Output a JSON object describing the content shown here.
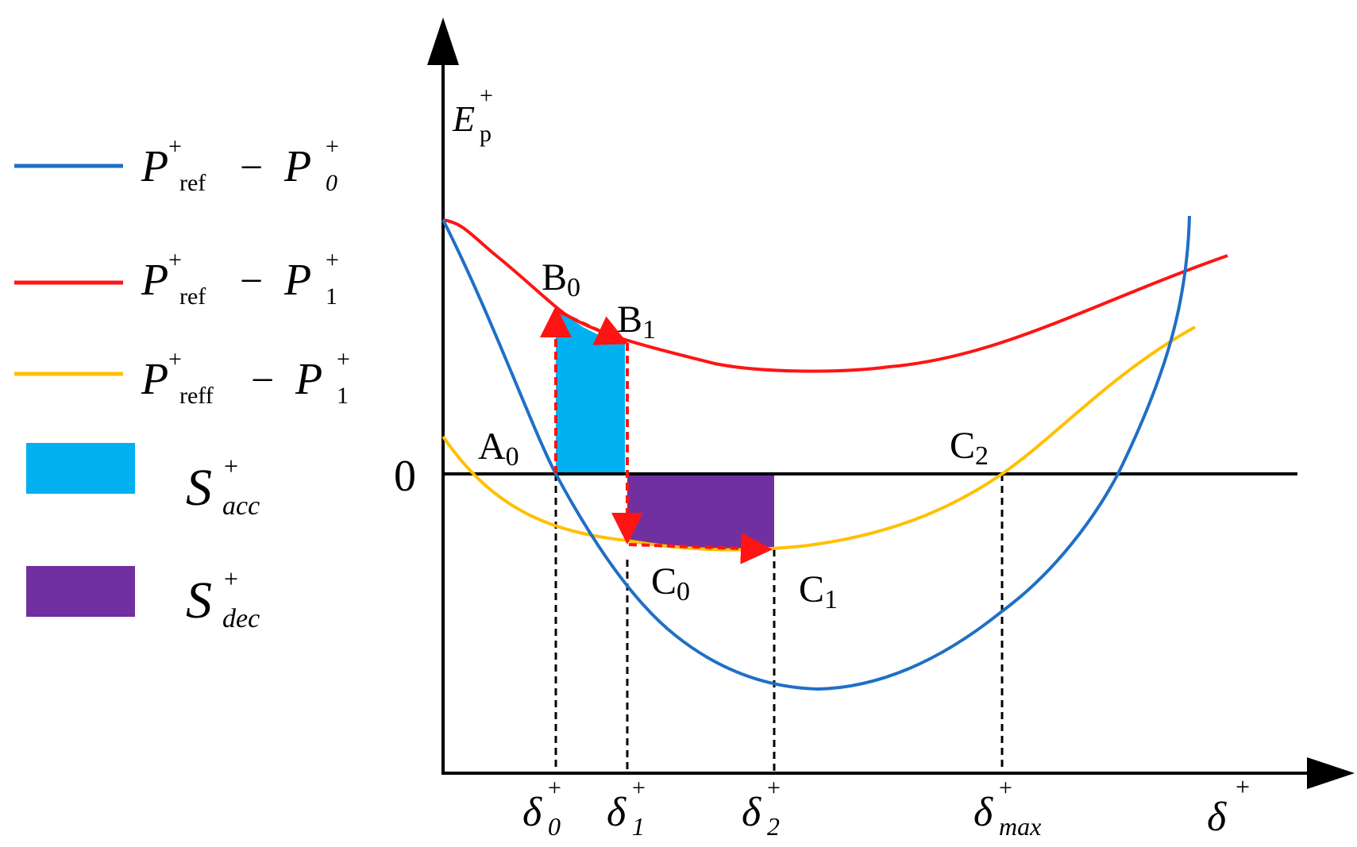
{
  "colors": {
    "blue": "#1f6fc5",
    "red": "#ff1414",
    "yellow": "#ffc000",
    "acc": "#00b0f0",
    "dec": "#7030a0",
    "axis": "#000000"
  },
  "axes": {
    "y_main": "E",
    "y_sub": "p",
    "y_sup": "+",
    "x_main": "δ",
    "x_sup": "+",
    "zero": "0"
  },
  "legend": {
    "blue": {
      "a": "P",
      "a_sub": "ref",
      "op": "−",
      "b": "P",
      "b_sub": "0",
      "sup": "+"
    },
    "red": {
      "a": "P",
      "a_sub": "ref",
      "op": "−",
      "b": "P",
      "b_sub": "1",
      "sup": "+"
    },
    "yellow": {
      "a": "P",
      "a_sub": "reff",
      "op": "−",
      "b": "P",
      "b_sub": "1",
      "sup": "+"
    },
    "acc": {
      "main": "S",
      "sub": "acc",
      "sup": "+"
    },
    "dec": {
      "main": "S",
      "sub": "dec",
      "sup": "+"
    }
  },
  "points": {
    "A0": {
      "main": "A",
      "sub": "0"
    },
    "B0": {
      "main": "B",
      "sub": "0"
    },
    "B1": {
      "main": "B",
      "sub": "1"
    },
    "C0": {
      "main": "C",
      "sub": "0"
    },
    "C1": {
      "main": "C",
      "sub": "1"
    },
    "C2": {
      "main": "C",
      "sub": "2"
    }
  },
  "ticks": {
    "d0": {
      "main": "δ",
      "sub": "0",
      "sup": "+"
    },
    "d1": {
      "main": "δ",
      "sub": "1",
      "sup": "+"
    },
    "d2": {
      "main": "δ",
      "sub": "2",
      "sup": "+"
    },
    "dmax": {
      "main": "δ",
      "sub": "max",
      "sup": "+"
    }
  }
}
